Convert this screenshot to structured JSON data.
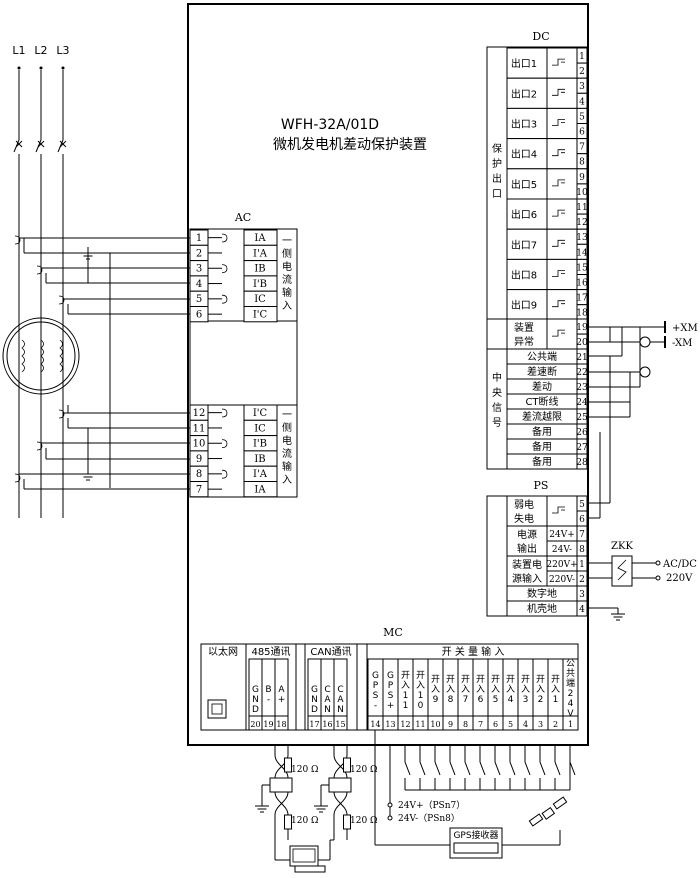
{
  "device": {
    "model": "WFH-32A/01D",
    "name": "微机发电机差动保护装置"
  },
  "grid": {
    "phases": [
      "L1",
      "L2",
      "L3"
    ]
  },
  "ac": {
    "title": "AC",
    "side1_label": "一侧电流输入",
    "side2_label": "一侧电流输入",
    "side1": [
      {
        "pin": "1",
        "label": "IA"
      },
      {
        "pin": "2",
        "label": "I'A"
      },
      {
        "pin": "3",
        "label": "IB"
      },
      {
        "pin": "4",
        "label": "I'B"
      },
      {
        "pin": "5",
        "label": "IC"
      },
      {
        "pin": "6",
        "label": "I'C"
      }
    ],
    "side2": [
      {
        "pin": "12",
        "label": "I'C"
      },
      {
        "pin": "11",
        "label": "IC"
      },
      {
        "pin": "10",
        "label": "I'B"
      },
      {
        "pin": "9",
        "label": "IB"
      },
      {
        "pin": "8",
        "label": "I'A"
      },
      {
        "pin": "7",
        "label": "IA"
      }
    ]
  },
  "dc": {
    "title": "DC",
    "protect_label": "保护出口",
    "outputs": [
      {
        "label": "出口1",
        "pins": [
          "1",
          "2"
        ]
      },
      {
        "label": "出口2",
        "pins": [
          "3",
          "4"
        ]
      },
      {
        "label": "出口3",
        "pins": [
          "5",
          "6"
        ]
      },
      {
        "label": "出口4",
        "pins": [
          "7",
          "8"
        ]
      },
      {
        "label": "出口5",
        "pins": [
          "9",
          "10"
        ]
      },
      {
        "label": "出口6",
        "pins": [
          "11",
          "12"
        ]
      },
      {
        "label": "出口7",
        "pins": [
          "13",
          "14"
        ]
      },
      {
        "label": "出口8",
        "pins": [
          "15",
          "16"
        ]
      },
      {
        "label": "出口9",
        "pins": [
          "17",
          "18"
        ]
      }
    ],
    "fault": {
      "label1": "装置",
      "label2": "异常",
      "pins": [
        "19",
        "20"
      ]
    },
    "central_label": "中央信号",
    "signals": [
      {
        "label": "公共端",
        "pin": "21"
      },
      {
        "label": "差速断",
        "pin": "22"
      },
      {
        "label": "差动",
        "pin": "23"
      },
      {
        "label": "CT断线",
        "pin": "24"
      },
      {
        "label": "差流越限",
        "pin": "25"
      },
      {
        "label": "备用",
        "pin": "26"
      },
      {
        "label": "备用",
        "pin": "27"
      },
      {
        "label": "备用",
        "pin": "28"
      }
    ],
    "xm_plus": "+XM",
    "xm_minus": "-XM"
  },
  "ps": {
    "title": "PS",
    "power_loss1": "弱电",
    "power_loss2": "失电",
    "power_loss_pins": [
      "5",
      "6"
    ],
    "out1": "电源",
    "out2": "输出",
    "out_rows": [
      {
        "label": "24V+",
        "pin": "7"
      },
      {
        "label": "24V-",
        "pin": "8"
      }
    ],
    "in1": "装置电",
    "in2": "源输入",
    "in_rows": [
      {
        "label": "220V+",
        "pin": "1"
      },
      {
        "label": "220V-",
        "pin": "2"
      }
    ],
    "digital_ground": "数字地",
    "digital_ground_pin": "3",
    "chassis_ground": "机壳地",
    "chassis_ground_pin": "4",
    "zkk": "ZKK",
    "acdc": "AC/DC",
    "v220": "220V"
  },
  "mc": {
    "title": "MC",
    "ethernet": "以太网",
    "rs485": "485通讯",
    "rs485_cols": [
      {
        "text": "GND",
        "pin": "20"
      },
      {
        "text": "B-",
        "pin": "19"
      },
      {
        "text": "A+",
        "pin": "18"
      }
    ],
    "can": "CAN通讯",
    "can_cols": [
      {
        "text": "GND",
        "pin": "17"
      },
      {
        "text": "CANL",
        "pin": "16"
      },
      {
        "text": "CANH",
        "pin": "15"
      }
    ],
    "switch_input": "开 关 量 输 入",
    "switch_cols": [
      {
        "text": "GPS-",
        "pin": "14"
      },
      {
        "text": "GPS+",
        "pin": "13"
      },
      {
        "text": "开入11",
        "pin": "12"
      },
      {
        "text": "开入10",
        "pin": "11"
      },
      {
        "text": "开入9",
        "pin": "10"
      },
      {
        "text": "开入8",
        "pin": "9"
      },
      {
        "text": "开入7",
        "pin": "8"
      },
      {
        "text": "开入6",
        "pin": "7"
      },
      {
        "text": "开入5",
        "pin": "6"
      },
      {
        "text": "开入4",
        "pin": "5"
      },
      {
        "text": "开入3",
        "pin": "4"
      },
      {
        "text": "开入2",
        "pin": "3"
      },
      {
        "text": "开入1",
        "pin": "2"
      },
      {
        "text": "公共端24V-",
        "pin": "1"
      }
    ],
    "resistor": "120 Ω",
    "v24p": "24V+（PSn7）",
    "v24m": "24V-（PSn8）",
    "gps_receiver": "GPS接收器"
  }
}
